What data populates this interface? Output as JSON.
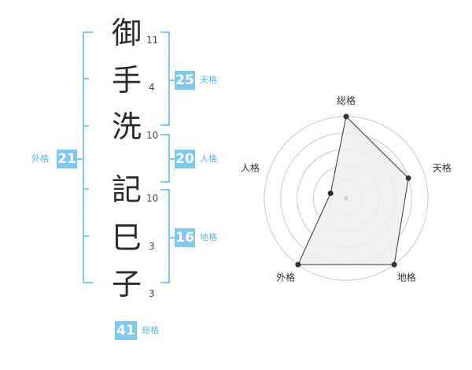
{
  "name_chars": [
    {
      "char": "御",
      "strokes": "11"
    },
    {
      "char": "手",
      "strokes": "4"
    },
    {
      "char": "洗",
      "strokes": "10"
    },
    {
      "char": "記",
      "strokes": "10"
    },
    {
      "char": "巳",
      "strokes": "3"
    },
    {
      "char": "子",
      "strokes": "3"
    }
  ],
  "fortunes": {
    "tenkaku": {
      "value": "25",
      "label": "天格"
    },
    "jinkaku": {
      "value": "20",
      "label": "人格"
    },
    "chikaku": {
      "value": "16",
      "label": "地格"
    },
    "gaikaku": {
      "value": "21",
      "label": "外格"
    },
    "soukaku": {
      "value": "41",
      "label": "総格"
    }
  },
  "colors": {
    "bracket": "#7ccaf0",
    "badge_bg": "#7ccaf0",
    "label": "#5bb8e8",
    "radar_fill": "#eeeeee",
    "radar_grid": "#c8c8c8",
    "radar_line": "#333333"
  },
  "chart_data": {
    "type": "radar",
    "axes": [
      "総格",
      "天格",
      "地格",
      "外格",
      "人格"
    ],
    "levels": 5,
    "range": [
      0,
      5
    ],
    "values": [
      5,
      4,
      5,
      5,
      1
    ]
  }
}
